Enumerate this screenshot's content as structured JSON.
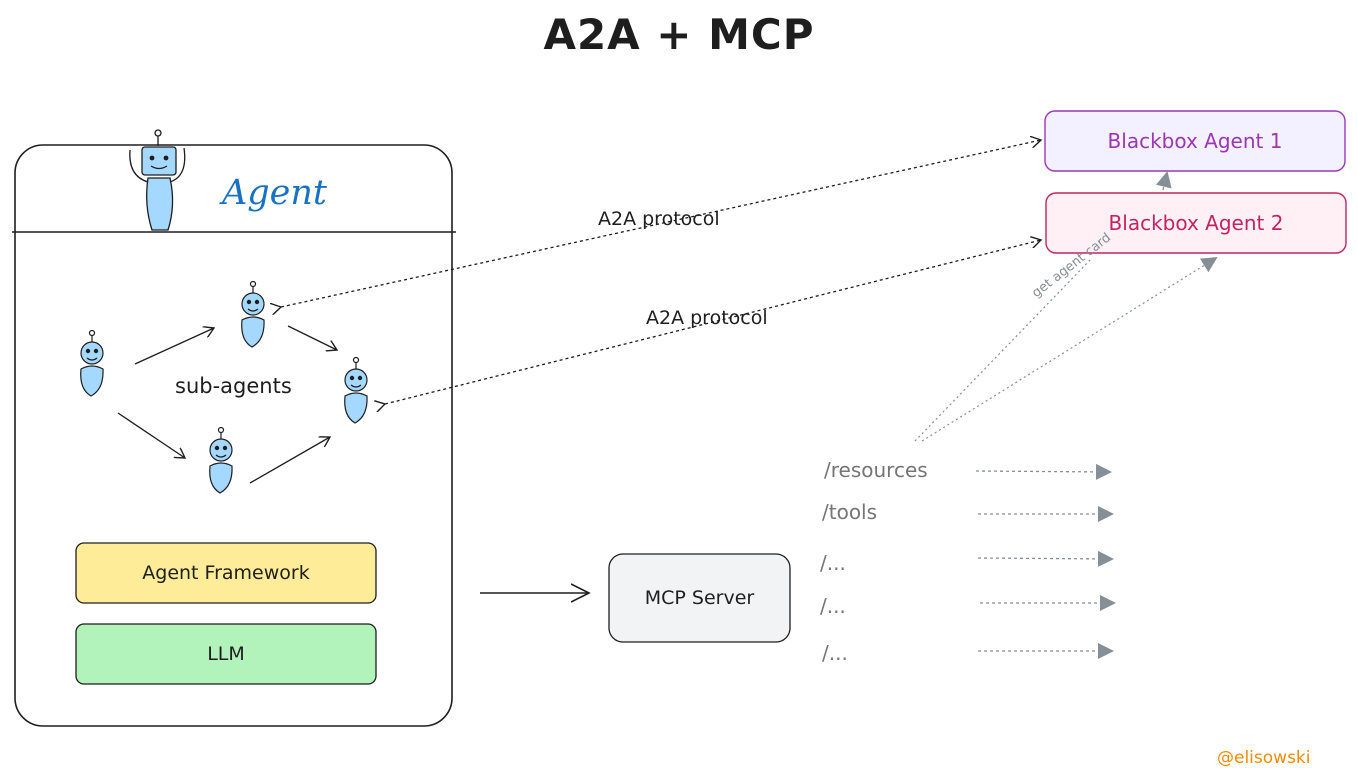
{
  "title": "A2A + MCP",
  "agent_panel": {
    "title": "Agent",
    "sub_agents_label": "sub-agents",
    "framework_label": "Agent Framework",
    "llm_label": "LLM"
  },
  "protocols": {
    "upper": "A2A protocol",
    "lower": "A2A protocol"
  },
  "blackbox_agents": {
    "agent1": "Blackbox Agent 1",
    "agent2": "Blackbox Agent 2",
    "card_label": "get agent card"
  },
  "mcp_server": {
    "label": "MCP Server",
    "paths": [
      "/resources",
      "/tools",
      "/...",
      "/...",
      "/..."
    ]
  },
  "credit": "@elisowski",
  "colors": {
    "agent_blue": "#1971c2",
    "robot_fill": "#a5d8ff",
    "framework_fill": "#ffec99",
    "llm_fill": "#b2f2bb",
    "blackbox1_fill": "#f3f0ff",
    "blackbox1_stroke": "#9c36b5",
    "blackbox2_fill": "#fff0f6",
    "blackbox2_stroke": "#c2255c",
    "mcp_fill": "#f1f3f5",
    "credit": "#f08c00"
  }
}
